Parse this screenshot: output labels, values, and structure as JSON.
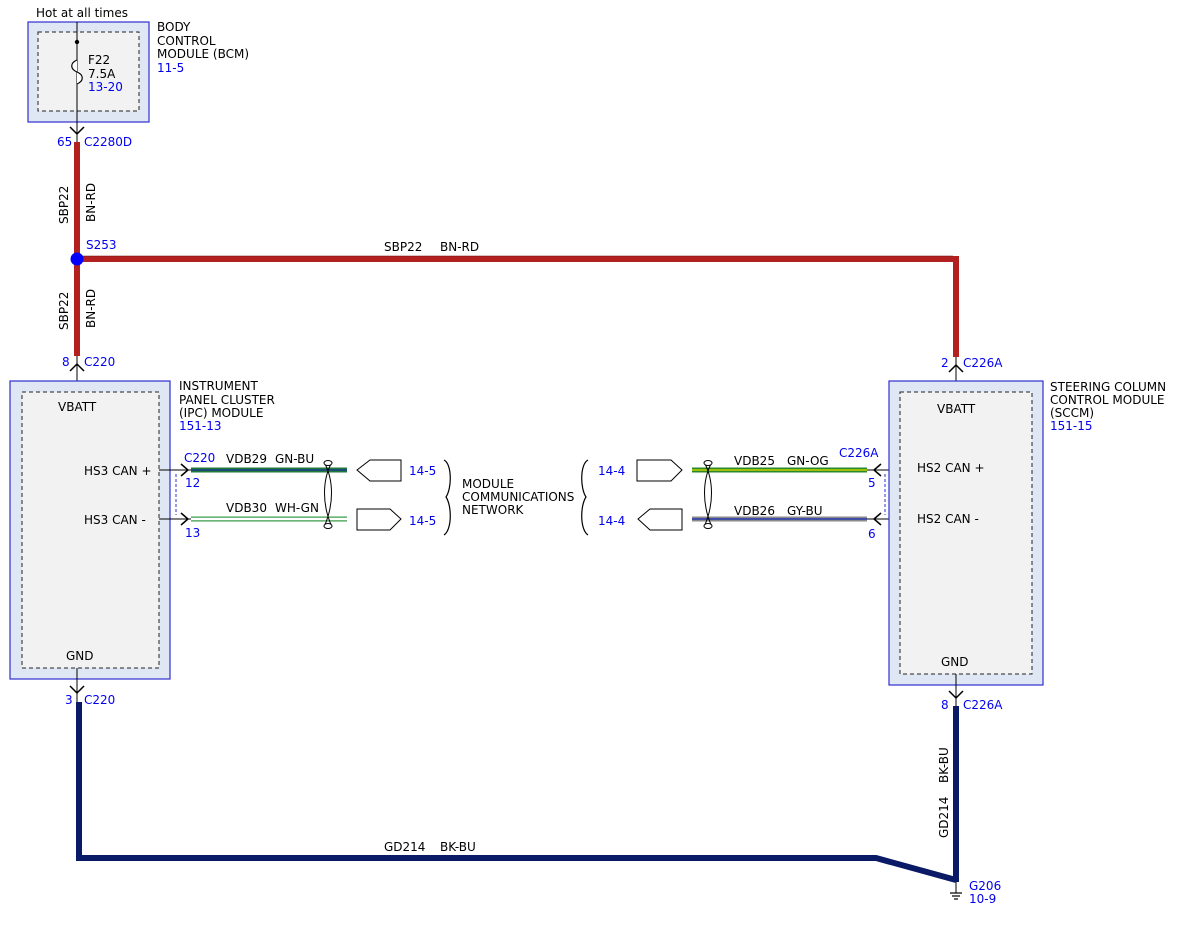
{
  "colors": {
    "power_wire": "#b32020",
    "ground_wire": "#0a1a66",
    "link_blue": "#0000ee",
    "module_border": "#3030d0",
    "splice_dot": "#0000ff"
  },
  "supply": {
    "label": "Hot at all times"
  },
  "bcm": {
    "title": [
      "BODY",
      "CONTROL",
      "MODULE (BCM)"
    ],
    "ref": "11-5",
    "fuse_name": "F22",
    "fuse_rating": "7.5A",
    "fuse_ref": "13-20",
    "pin": "65",
    "connector": "C2280D"
  },
  "wires": {
    "sbp22_top": {
      "circuit": "SBP22",
      "color": "BN-RD"
    },
    "sbp22_bottom": {
      "circuit": "SBP22",
      "color": "BN-RD"
    },
    "sbp22_horizontal": {
      "circuit": "SBP22",
      "color": "BN-RD"
    },
    "gd214_vertical": {
      "circuit": "GD214",
      "color": "BK-BU"
    },
    "gd214_horizontal": {
      "circuit": "GD214",
      "color": "BK-BU"
    }
  },
  "splice": {
    "name": "S253"
  },
  "ipc": {
    "title": [
      "INSTRUMENT",
      "PANEL CLUSTER",
      "(IPC) MODULE"
    ],
    "ref": "151-13",
    "vbatt_label": "VBATT",
    "gnd_label": "GND",
    "vbatt_pin": "8",
    "vbatt_connector": "C220",
    "gnd_pin": "3",
    "gnd_connector": "C220",
    "can_connector": "C220",
    "can_high": {
      "label": "HS3 CAN +",
      "pin": "12",
      "circuit": "VDB29",
      "color": "GN-BU",
      "ref": "14-5"
    },
    "can_low": {
      "label": "HS3 CAN -",
      "pin": "13",
      "circuit": "VDB30",
      "color": "WH-GN",
      "ref": "14-5"
    }
  },
  "network": {
    "label": [
      "MODULE",
      "COMMUNICATIONS",
      "NETWORK"
    ]
  },
  "sccm": {
    "title": [
      "STEERING COLUMN",
      "CONTROL MODULE",
      "(SCCM)"
    ],
    "ref": "151-15",
    "vbatt_label": "VBATT",
    "gnd_label": "GND",
    "vbatt_pin": "2",
    "vbatt_connector": "C226A",
    "gnd_pin": "8",
    "gnd_connector": "C226A",
    "can_connector": "C226A",
    "can_high": {
      "label": "HS2 CAN +",
      "pin": "5",
      "circuit": "VDB25",
      "color": "GN-OG",
      "ref": "14-4"
    },
    "can_low": {
      "label": "HS2 CAN -",
      "pin": "6",
      "circuit": "VDB26",
      "color": "GY-BU",
      "ref": "14-4"
    }
  },
  "ground": {
    "name": "G206",
    "ref": "10-9"
  }
}
